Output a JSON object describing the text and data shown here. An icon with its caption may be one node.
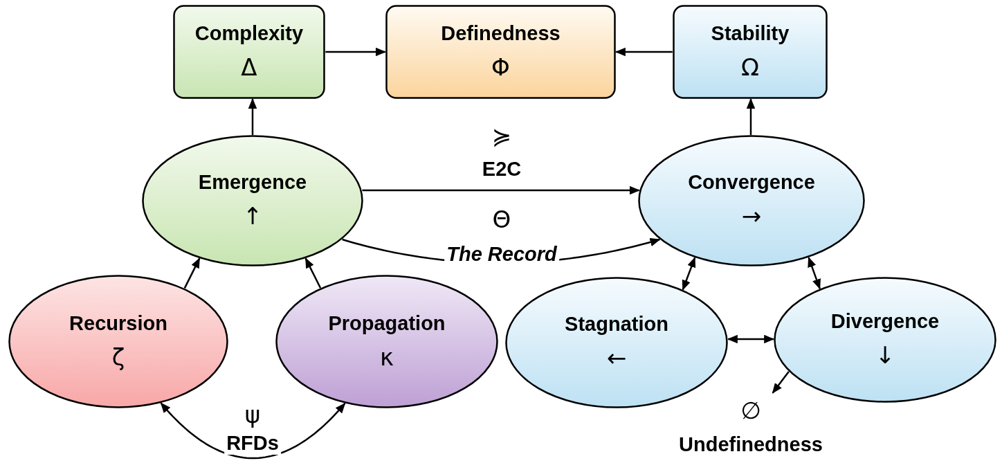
{
  "diagram": {
    "nodes": [
      {
        "text": [
          "Complexity",
          "Δ"
        ]
      },
      {
        "text": [
          "Definedness",
          "Φ"
        ]
      },
      {
        "text": [
          "Stability",
          "Ω"
        ]
      },
      {
        "text": [
          "Emergence",
          "↑"
        ]
      },
      {
        "text": [
          "Convergence",
          "→"
        ]
      },
      {
        "text": [
          "Recursion",
          "ζ"
        ]
      },
      {
        "text": [
          "Propagation",
          "κ"
        ]
      },
      {
        "text": [
          "Stagnation",
          "←"
        ]
      },
      {
        "text": [
          "Divergence",
          "↓"
        ]
      },
      {
        "text": [
          "∅",
          "Undefinedness"
        ]
      }
    ],
    "edges": [
      {
        "from": 0,
        "to": 1,
        "arrow": "to"
      },
      {
        "from": 2,
        "to": 1,
        "arrow": "to"
      },
      {
        "from": 3,
        "to": 0,
        "arrow": "to"
      },
      {
        "from": 4,
        "to": 2,
        "arrow": "to"
      },
      {
        "from": 3,
        "to": 4,
        "arrow": "to",
        "label": "E2C"
      },
      {
        "from": 3,
        "to": 4,
        "arrow": "to",
        "label": "The Record"
      },
      {
        "from": 5,
        "to": 3,
        "arrow": "to"
      },
      {
        "from": 6,
        "to": 3,
        "arrow": "to"
      },
      {
        "from": 5,
        "to": 6,
        "arrow": "both",
        "label": "RFDs"
      },
      {
        "from": 4,
        "to": 7,
        "arrow": "both"
      },
      {
        "from": 4,
        "to": 8,
        "arrow": "both"
      },
      {
        "from": 7,
        "to": 8,
        "arrow": "both"
      },
      {
        "from": 8,
        "to": 9,
        "arrow": "to"
      }
    ],
    "labels": [
      "≽",
      "Θ",
      "ψ"
    ]
  }
}
